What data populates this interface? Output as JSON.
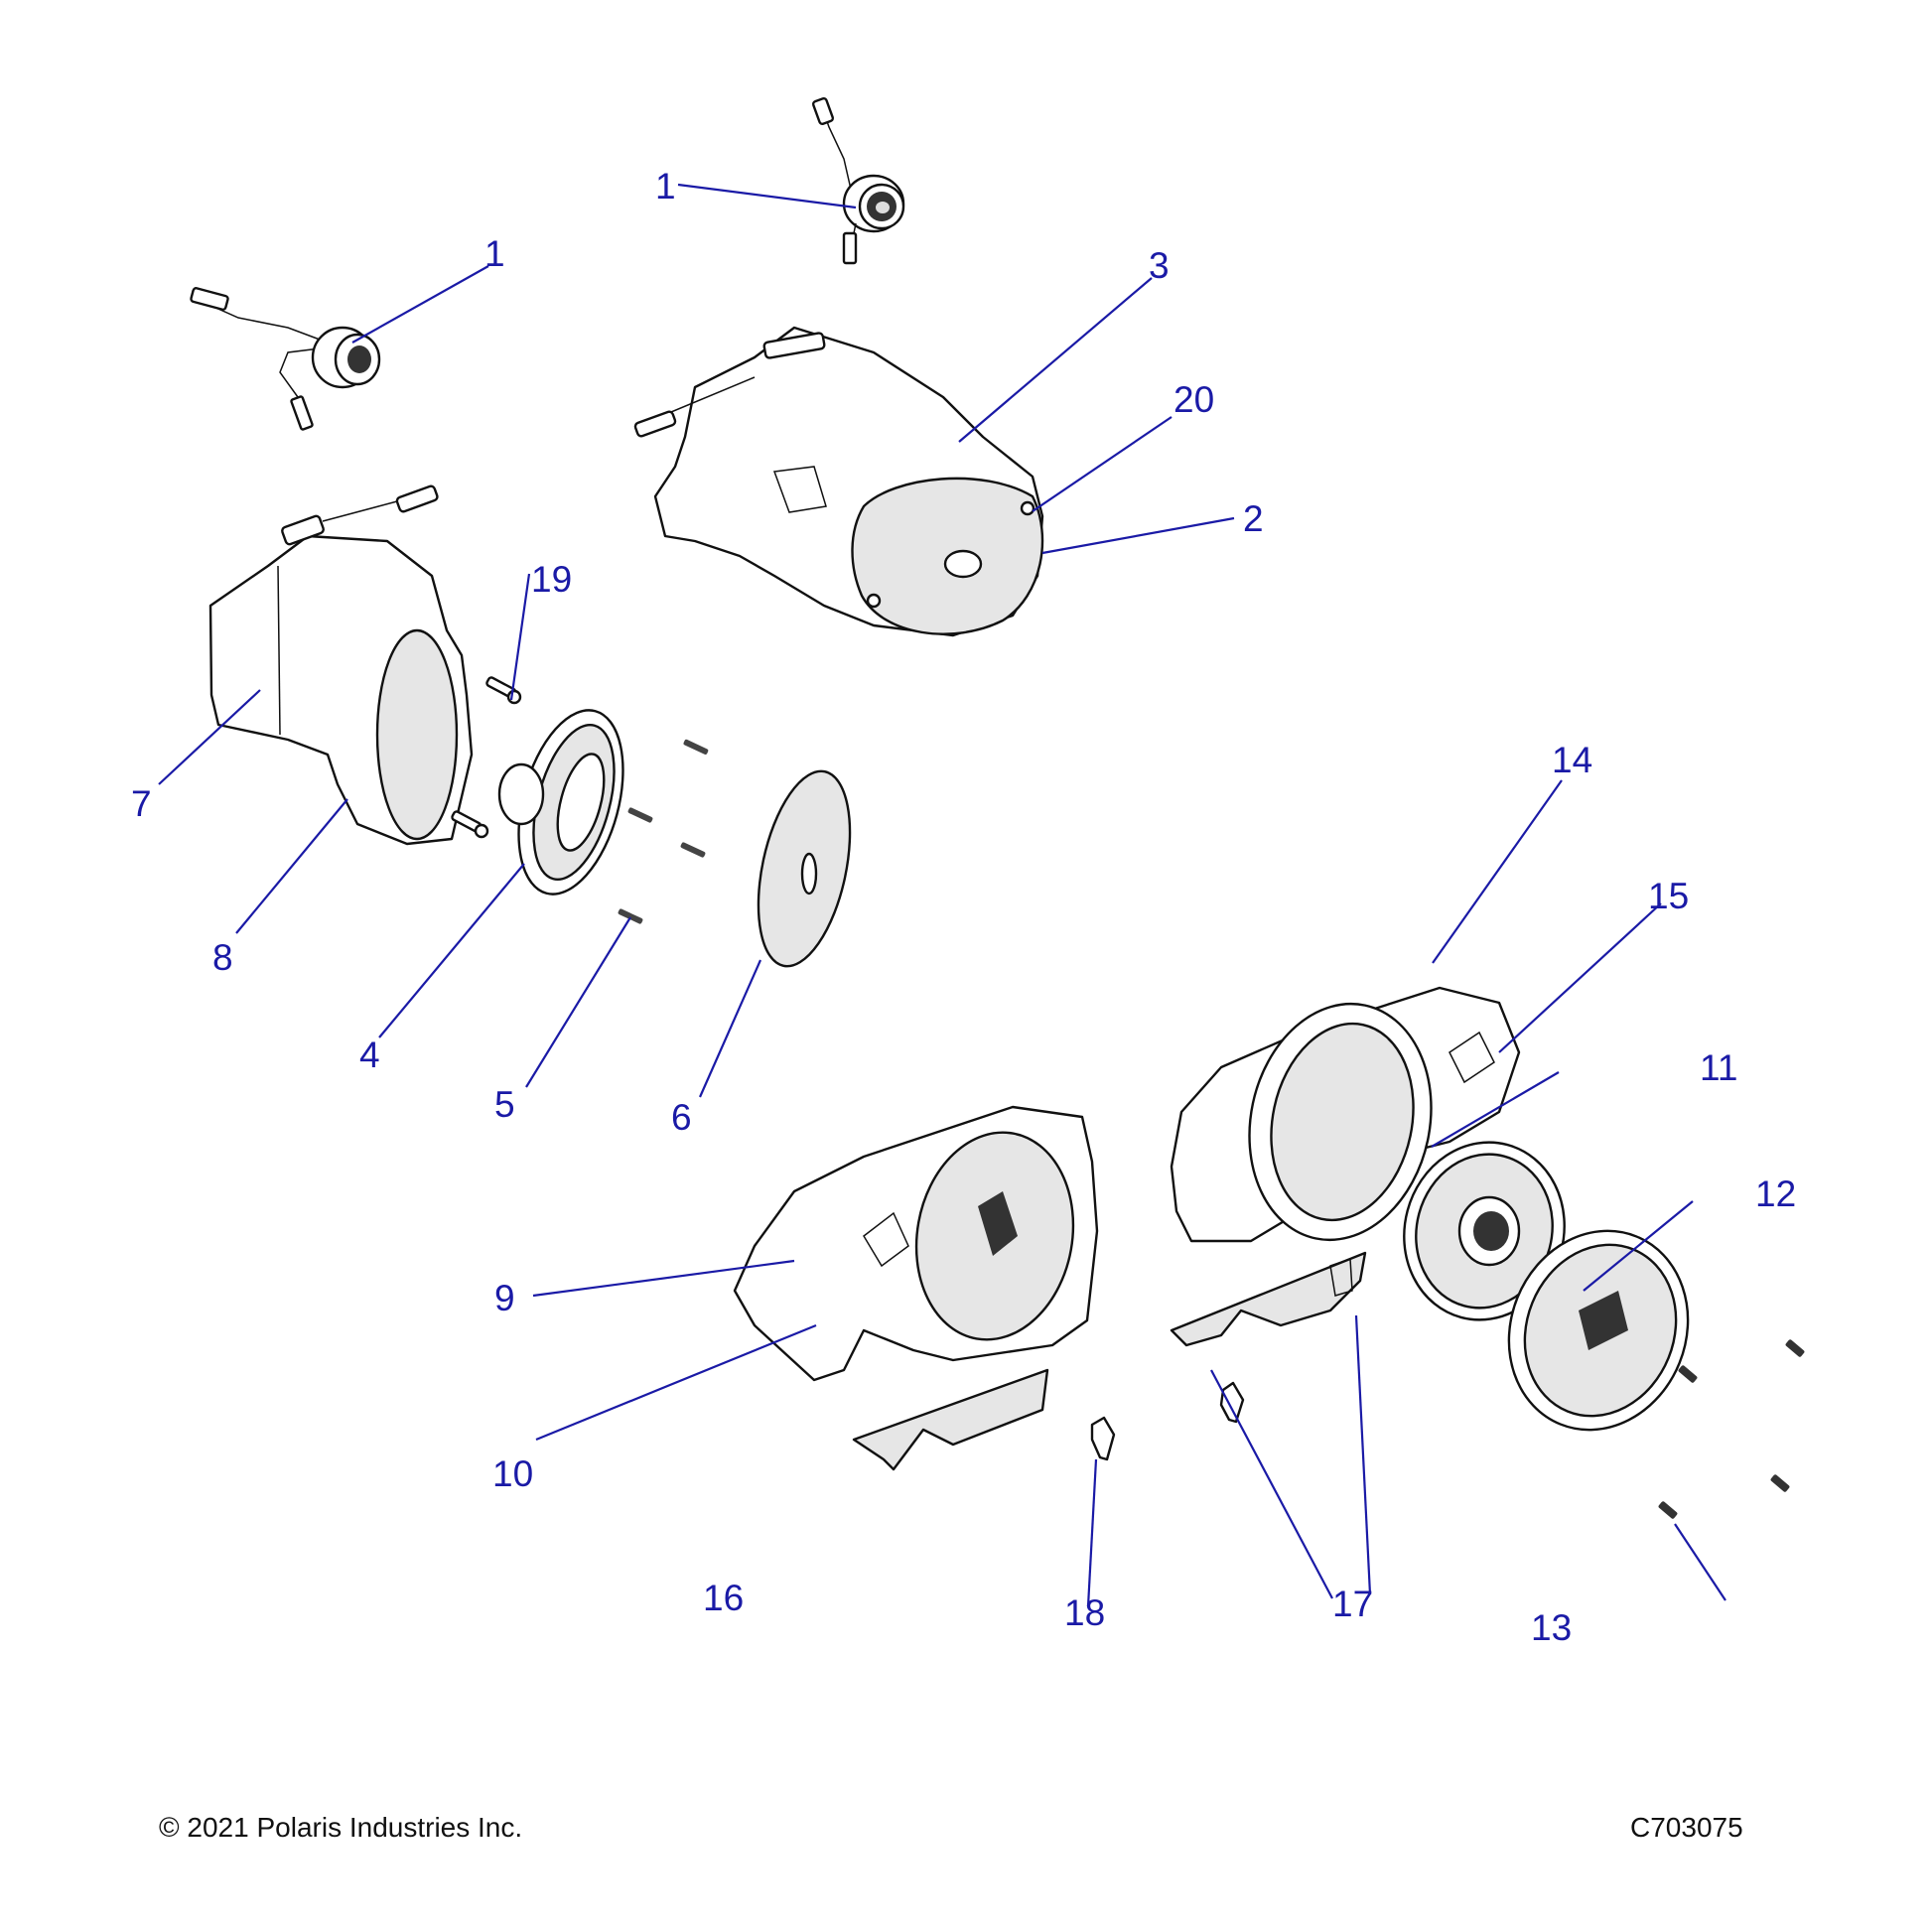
{
  "diagram": {
    "title": "Speaker / Audio Enclosure Assembly",
    "colors": {
      "callout": "#1a1aa6",
      "line": "#111111",
      "fill_grey": "#e6e6e6"
    },
    "callouts": [
      {
        "id": "c1a",
        "label": "1"
      },
      {
        "id": "c1b",
        "label": "1"
      },
      {
        "id": "c2",
        "label": "2"
      },
      {
        "id": "c3",
        "label": "3"
      },
      {
        "id": "c4",
        "label": "4"
      },
      {
        "id": "c5",
        "label": "5"
      },
      {
        "id": "c6",
        "label": "6"
      },
      {
        "id": "c7",
        "label": "7"
      },
      {
        "id": "c8",
        "label": "8"
      },
      {
        "id": "c9",
        "label": "9"
      },
      {
        "id": "c10",
        "label": "10"
      },
      {
        "id": "c11",
        "label": "11"
      },
      {
        "id": "c12",
        "label": "12"
      },
      {
        "id": "c13",
        "label": "13"
      },
      {
        "id": "c14",
        "label": "14"
      },
      {
        "id": "c15",
        "label": "15"
      },
      {
        "id": "c16",
        "label": "16"
      },
      {
        "id": "c17",
        "label": "17"
      },
      {
        "id": "c18",
        "label": "18"
      },
      {
        "id": "c19",
        "label": "19"
      },
      {
        "id": "c20",
        "label": "20"
      }
    ]
  },
  "footer": {
    "copyright": "© 2021 Polaris Industries Inc.",
    "drawing_number": "C703075"
  }
}
